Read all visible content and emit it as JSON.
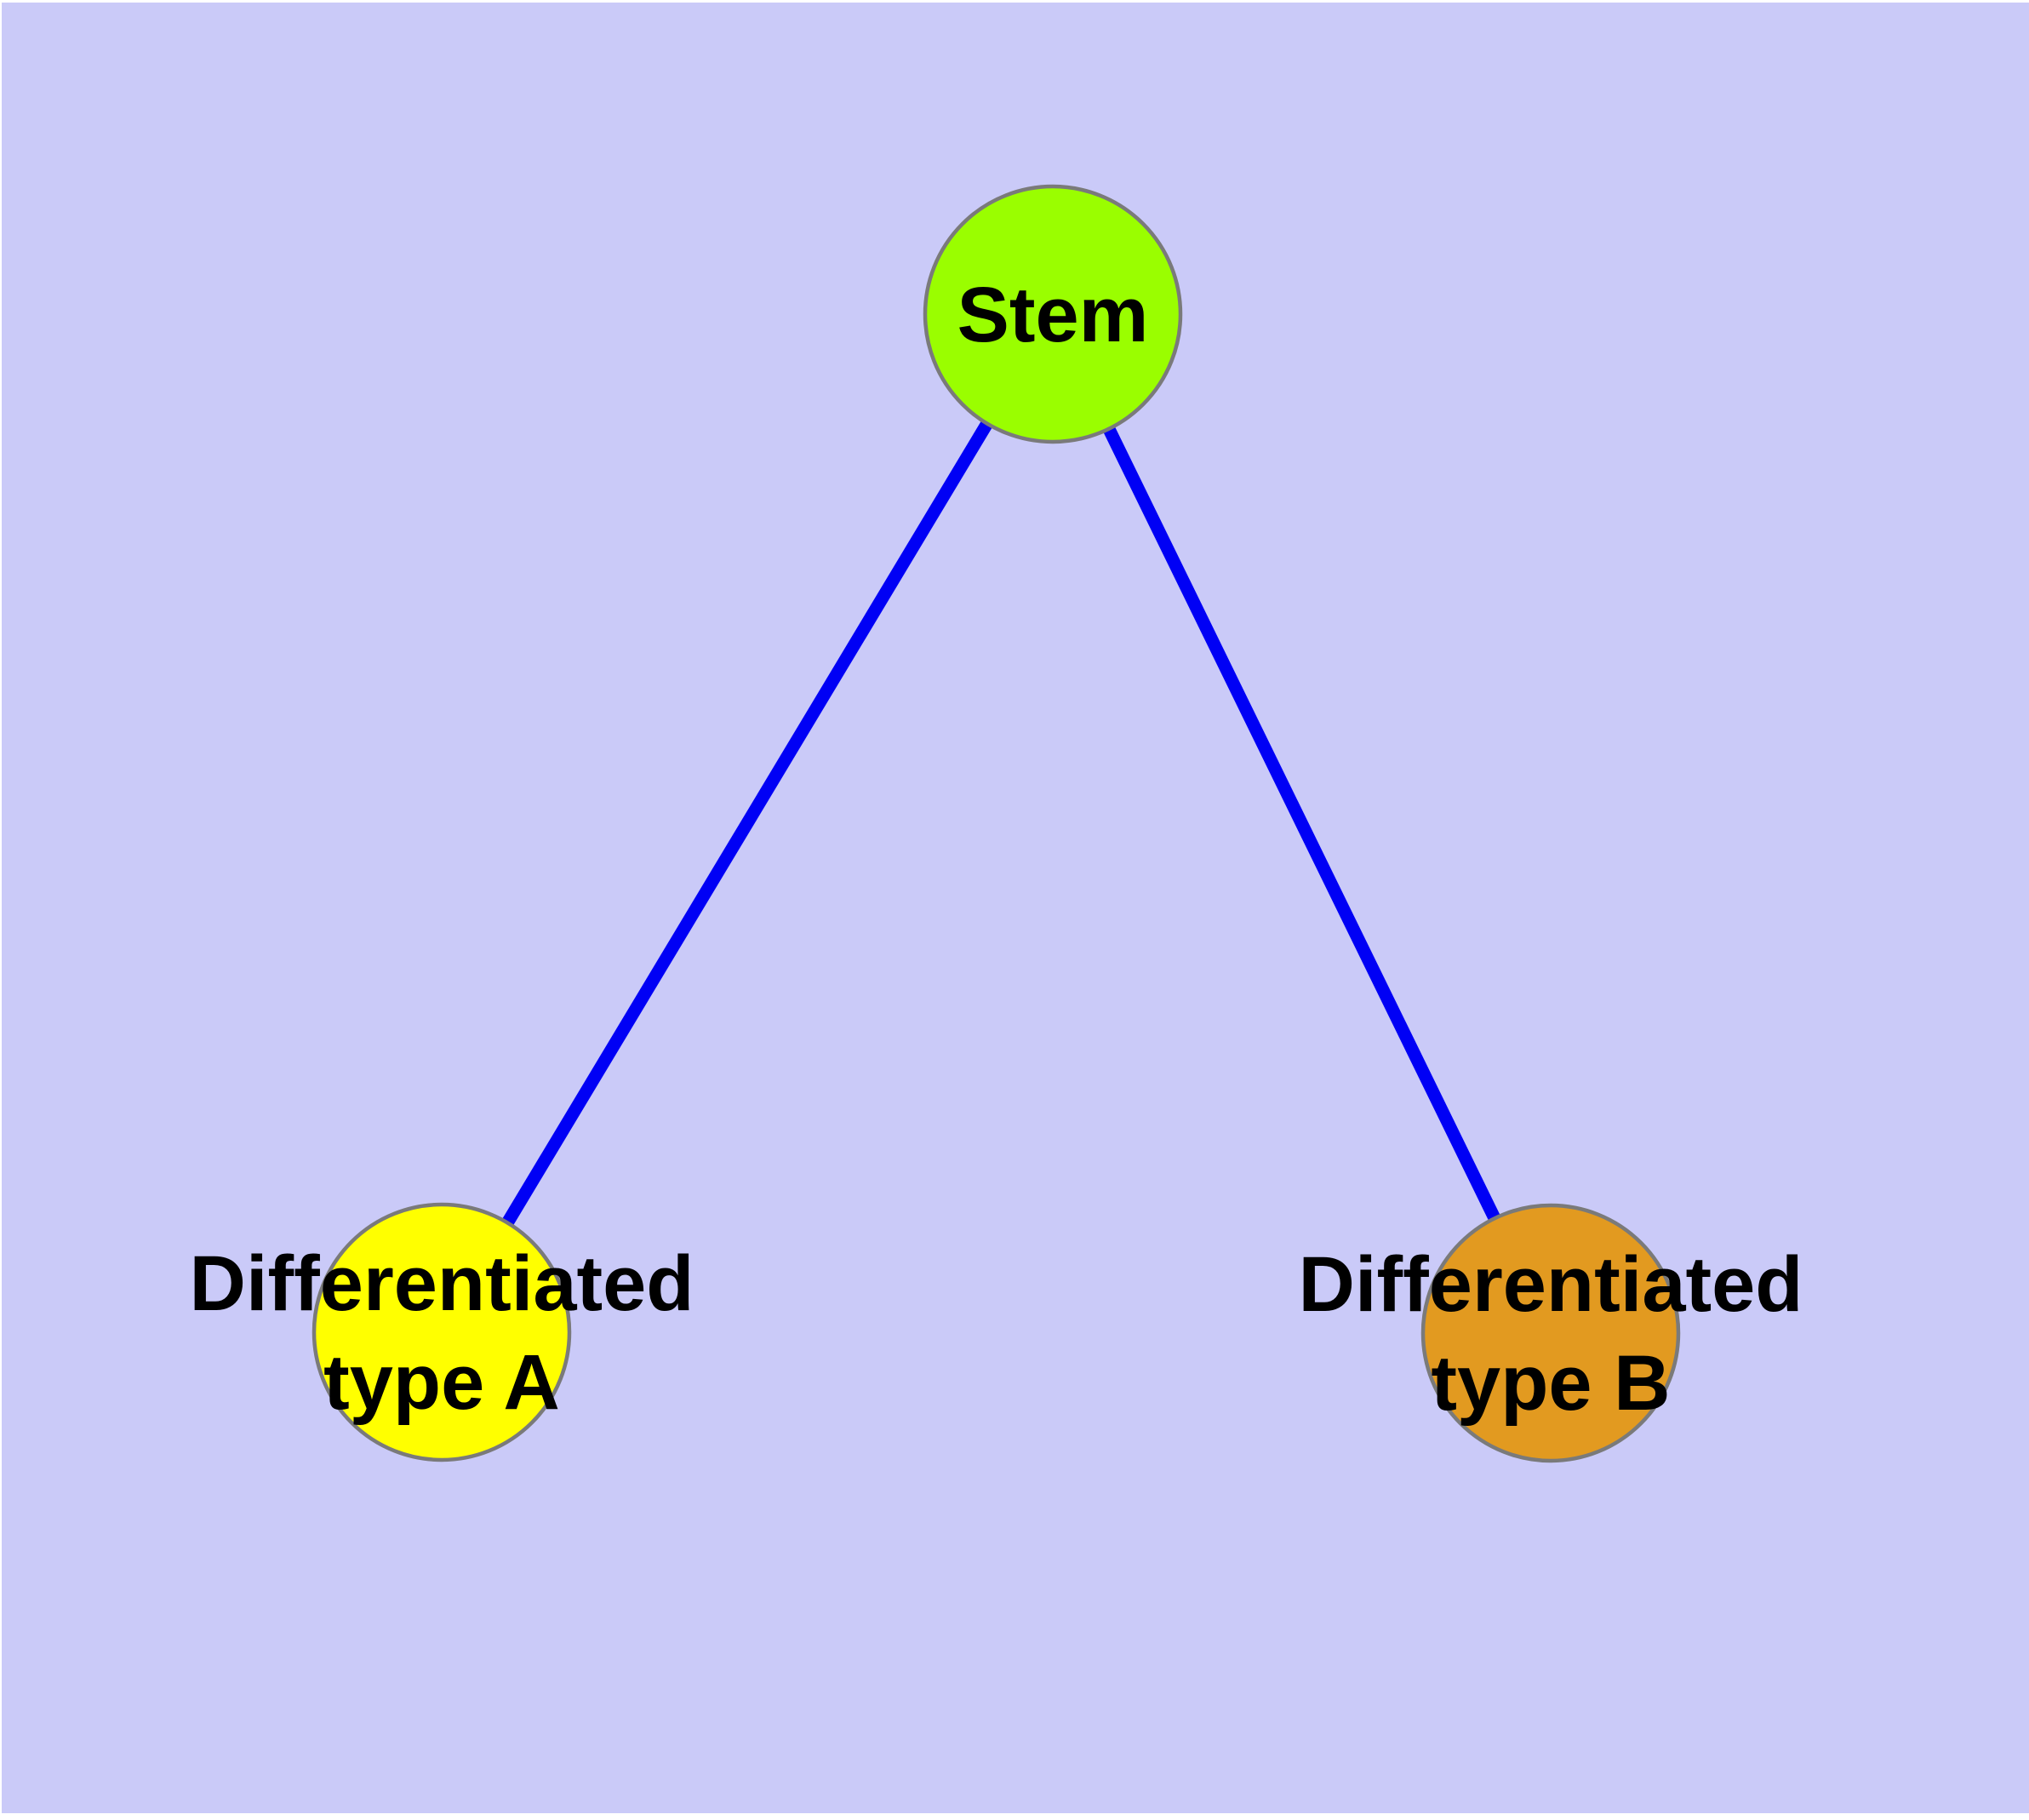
{
  "diagram": {
    "background": "#CACAF8",
    "margin_color": "#FFFFFF",
    "edge_color": "#0000F5",
    "node_border_color": "#7A7A7A",
    "label_color": "#000000",
    "nodes": [
      {
        "id": "stem",
        "label": "Stem",
        "fill": "#9AFE00"
      },
      {
        "id": "type-a",
        "label_line1": "Differentiated",
        "label_line2": "type A",
        "fill": "#FFFF00"
      },
      {
        "id": "type-b",
        "label_line1": "Differentiated",
        "label_line2": "type B",
        "fill": "#E29A20"
      }
    ],
    "edges": [
      {
        "from": "Stem",
        "to": "Differentiated type A"
      },
      {
        "from": "Stem",
        "to": "Differentiated type B"
      }
    ]
  }
}
